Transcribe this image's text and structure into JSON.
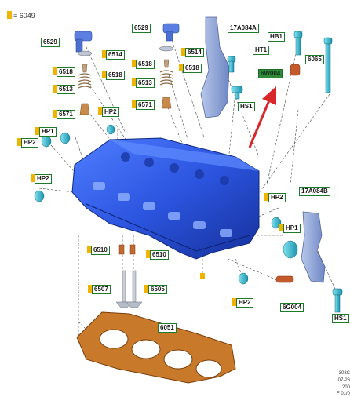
{
  "legend": {
    "symbol_label": "= 6049"
  },
  "parts": {
    "p6529a": "6529",
    "p6514a": "6514",
    "p6518a": "6518",
    "p6518b": "6518",
    "p6513a": "6513",
    "p6571a": "6571",
    "hp2a": "HP2",
    "hp1a": "HP1",
    "hp2b": "HP2",
    "p6529b": "6529",
    "p6514b": "6514",
    "p6518c": "6518",
    "p6518d": "6518",
    "p6513b": "6513",
    "p6571b": "6571",
    "p17a084a": "17A084A",
    "hb1": "HB1",
    "ht1": "HT1",
    "p6065": "6065",
    "p6w004": "6W004",
    "hs1a": "HS1",
    "hp2c": "HP2",
    "hp2d": "HP2",
    "p17a084b": "17A084B",
    "hp1b": "HP1",
    "p6510a": "6510",
    "p6510b": "6510",
    "p6507": "6507",
    "p6505": "6505",
    "hp2e": "HP2",
    "p6g004": "6G004",
    "hs1b": "HS1",
    "p6051": "6051"
  },
  "corner_text": [
    "303C",
    "07-26",
    "200",
    "F 01/0"
  ],
  "colors": {
    "cylinder_head": "#2c55e0",
    "gasket": "#b4631a",
    "label_border": "#1e7a2b",
    "highlight_label": "#2f8a3a",
    "arrow": "#d8262a",
    "marker": "#f0b400",
    "bolt": "#3fc0d6"
  }
}
